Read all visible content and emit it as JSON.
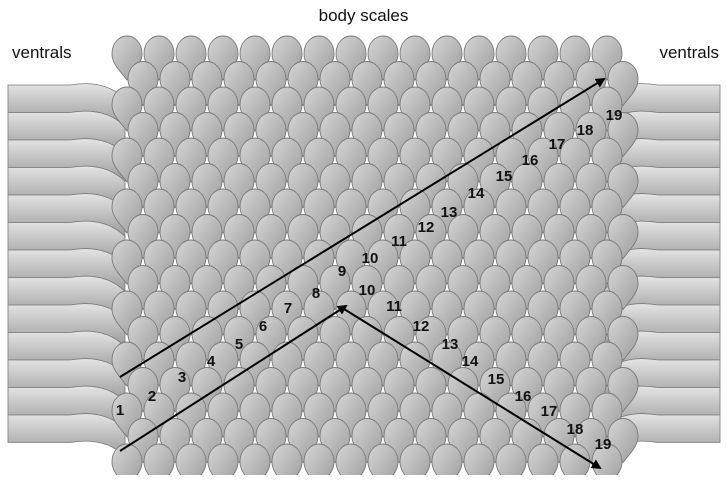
{
  "title": "body scales",
  "ventrals_left": "ventrals",
  "ventrals_right": "ventrals",
  "upper_row_numbers": [
    "1",
    "2",
    "3",
    "4",
    "5",
    "6",
    "7",
    "8",
    "9",
    "10",
    "11",
    "12",
    "13",
    "14",
    "15",
    "16",
    "17",
    "18",
    "19"
  ],
  "lower_row_numbers": [
    "10",
    "11",
    "12",
    "13",
    "14",
    "15",
    "16",
    "17",
    "18",
    "19"
  ],
  "colors": {
    "scale_fill": "#b8b8b8",
    "scale_stroke": "#7a7a7a",
    "arrow": "#000000"
  }
}
